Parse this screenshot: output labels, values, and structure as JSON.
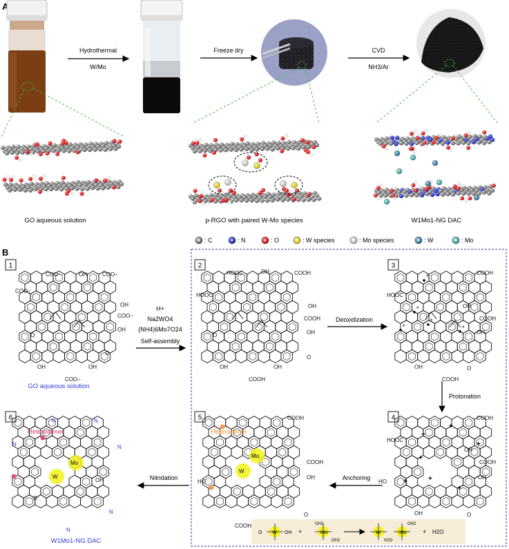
{
  "panel_a": {
    "label": "A",
    "arrow_labels": {
      "hydrothermal_top": "Hydrothermal",
      "hydrothermal_bottom": "W/Mo",
      "freeze": "Freeze dry",
      "cvd_top": "CVD",
      "cvd_bottom": "NH3/Ar"
    },
    "captions": {
      "go": "GO aqueous solution",
      "prgo": "p-RGO with paired W-Mo species",
      "dac": "W1Mo1-NG DAC"
    },
    "legend": [
      {
        "symbol": "C",
        "text": ": C",
        "color": "#6b6b6b"
      },
      {
        "symbol": "N",
        "text": ": N",
        "color": "#1f2ec4"
      },
      {
        "symbol": "O",
        "text": ": O",
        "color": "#d4141a"
      },
      {
        "symbol": "W",
        "text": ": W species",
        "color": "#f2e21a"
      },
      {
        "symbol": "Mo",
        "text": ": Mo species",
        "color": "#eeeeee"
      },
      {
        "symbol": "W2",
        "text": ": W",
        "color": "#2f86b3"
      },
      {
        "symbol": "Mo2",
        "text": ": Mo",
        "color": "#4fb8b4"
      }
    ]
  },
  "panel_b": {
    "label": "B",
    "steps": [
      "1",
      "2",
      "3",
      "4",
      "5",
      "6"
    ],
    "arrow_labels": {
      "reagent_1": "H+",
      "reagent_2": "Na2WO4",
      "reagent_3": "(NH4)6Mo7O24",
      "reagent_4": "Self-assembly",
      "deox": "Deoxidization",
      "prot": "Protonation",
      "anchor": "Anchoring",
      "nitrid": "Nitridation"
    },
    "captions": {
      "go": "GO aqueous solution",
      "dac": "W1Mo1-NG DAC"
    },
    "heterodimer_6": "Heterodimer",
    "heterodimer_5": "Heterodimer",
    "groups": {
      "cooh": "COOH",
      "hooc": "HOOC",
      "coo": "COO−",
      "oh": "OH",
      "ho": "HO",
      "o": "O",
      "n": "N",
      "w": "W",
      "mo": "Mo",
      "plus": "+",
      "h2o": "H2O",
      "oh2": "OH2",
      "equation_plus": "+"
    },
    "equation": {
      "left_w": "W",
      "left_mo": "Mo",
      "product_w": "W",
      "product_mo": "Mo",
      "water": "H2O"
    }
  }
}
